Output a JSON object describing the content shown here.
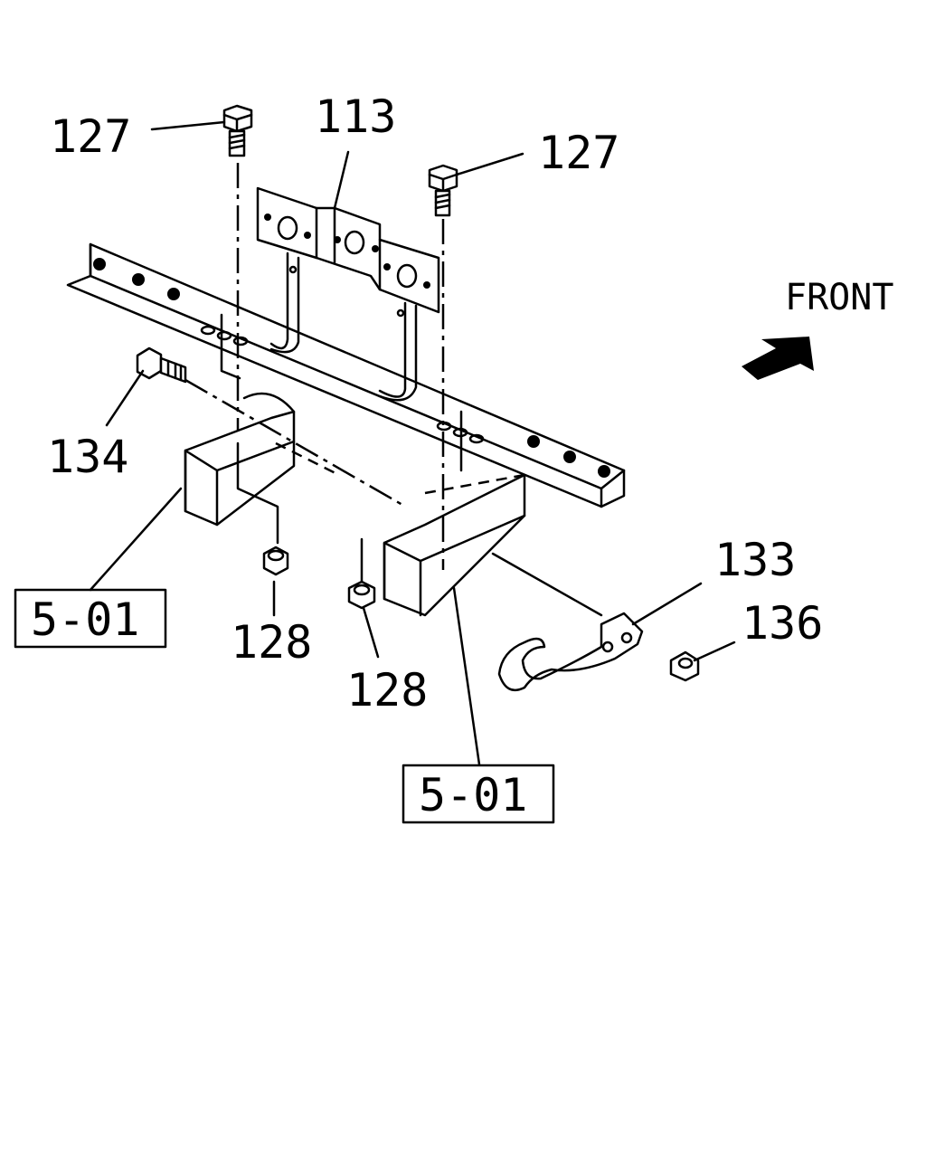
{
  "front_label": "FRONT",
  "callouts": {
    "bolt_127_left": "127",
    "bracket_113": "113",
    "bolt_127_right": "127",
    "bolt_134": "134",
    "ref_501_left": "5-01",
    "nut_128_left": "128",
    "nut_128_right": "128",
    "hook_133": "133",
    "nut_136": "136",
    "ref_501_bottom": "5-01"
  }
}
